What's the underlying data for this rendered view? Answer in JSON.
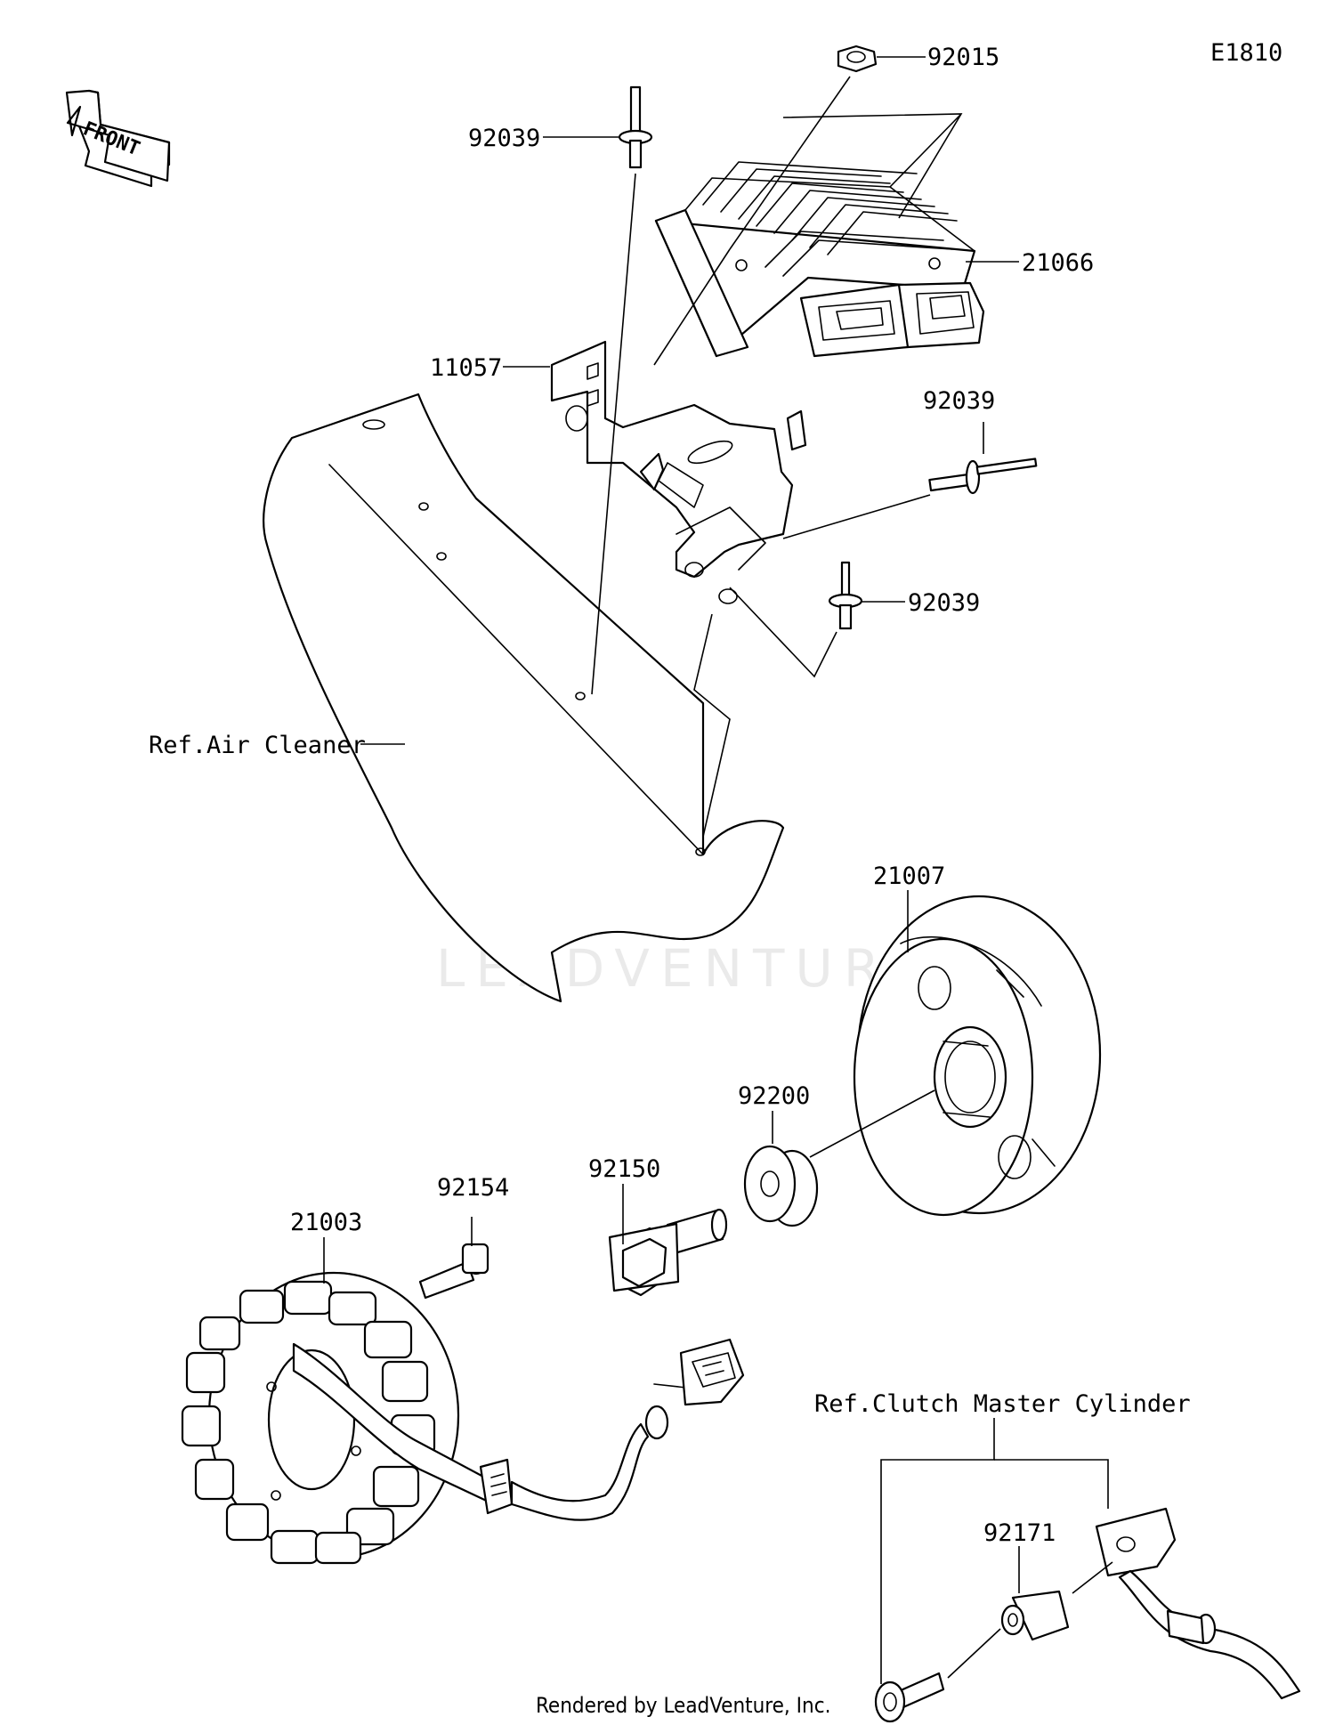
{
  "diagram_code": "E1810",
  "front_arrow_label": "FRONT",
  "watermark": "LEADVENTURE",
  "footer": "Rendered by LeadVenture, Inc.",
  "labels": {
    "p92015": "92015",
    "p92039_top": "92039",
    "p21066": "21066",
    "p11057": "11057",
    "p92039_right": "92039",
    "p92039_mid": "92039",
    "ref_air_cleaner": "Ref.Air Cleaner",
    "p21007": "21007",
    "p92200": "92200",
    "p92150": "92150",
    "p92154": "92154",
    "p21003": "21003",
    "ref_clutch": "Ref.Clutch Master Cylinder",
    "p92171": "92171"
  }
}
